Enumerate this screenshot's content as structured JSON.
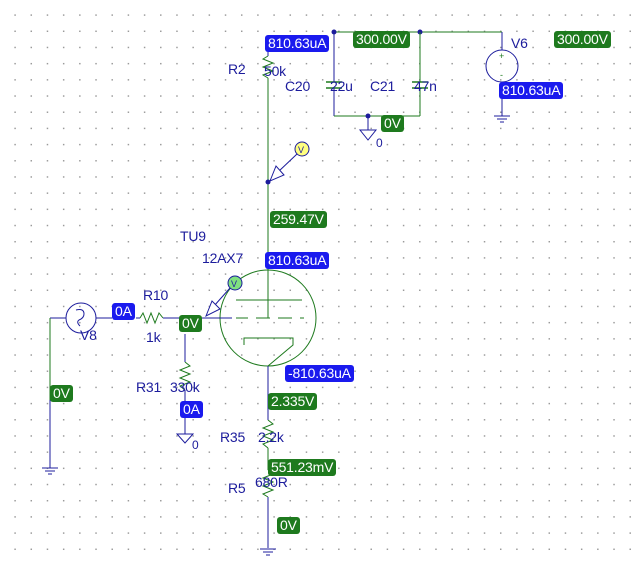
{
  "schematic": {
    "components": {
      "r2": {
        "ref": "R2",
        "value": "50k"
      },
      "c20": {
        "ref": "C20",
        "value": "22u"
      },
      "c21": {
        "ref": "C21",
        "value": "47n"
      },
      "v6": {
        "ref": "V6"
      },
      "tube": {
        "ref": "TU9",
        "value": "12AX7"
      },
      "r10": {
        "ref": "R10",
        "value": "1k"
      },
      "v8": {
        "ref": "V8"
      },
      "r31": {
        "ref": "R31",
        "value": "330k"
      },
      "r35": {
        "ref": "R35",
        "value": "2.2k"
      },
      "r5": {
        "ref": "R5",
        "value": "680R"
      }
    },
    "ground_labels": {
      "cap_ground": "0",
      "grid_ground": "0"
    },
    "probes": {
      "plate_probe": "V",
      "grid_probe": "V"
    },
    "annotations": {
      "r2_current": "810.63uA",
      "supply_voltage": "300.00V",
      "v6_voltage": "300.00V",
      "v6_current": "810.63uA",
      "cap_node_voltage": "0V",
      "plate_voltage": "259.47V",
      "plate_current": "810.63uA",
      "source_current": "0A",
      "grid_voltage": "0V",
      "input_node_voltage": "0V",
      "r31_current": "0A",
      "cathode_current": "-810.63uA",
      "cathode_voltage": "2.335V",
      "r35_r5_node_voltage": "551.23mV",
      "bottom_voltage": "0V"
    }
  }
}
